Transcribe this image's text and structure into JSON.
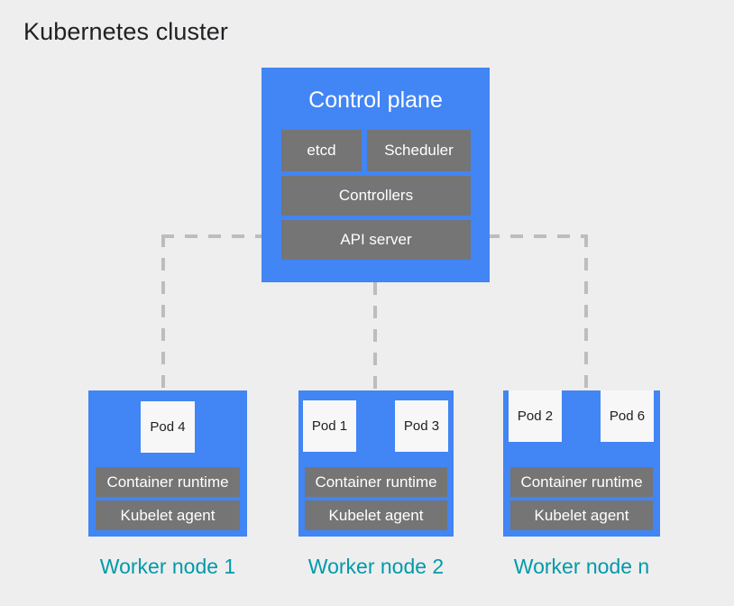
{
  "page": {
    "title": "Kubernetes cluster",
    "background_color": "#eeeeee"
  },
  "colors": {
    "node_blue": "#4285f4",
    "component_gray": "#757575",
    "pod_white": "#f7f7f7",
    "caption_teal": "#009aab",
    "connector_gray": "#bdbdbd",
    "title_text": "#202124"
  },
  "control_plane": {
    "title": "Control plane",
    "components": [
      {
        "label": "etcd"
      },
      {
        "label": "Scheduler"
      },
      {
        "label": "Controllers"
      },
      {
        "label": "API server"
      }
    ]
  },
  "worker_nodes": [
    {
      "caption": "Worker node 1",
      "pods": [
        {
          "label": "Pod 4"
        }
      ],
      "components": [
        {
          "label": "Container runtime"
        },
        {
          "label": "Kubelet agent"
        }
      ]
    },
    {
      "caption": "Worker node 2",
      "pods": [
        {
          "label": "Pod 1"
        },
        {
          "label": "Pod 3"
        }
      ],
      "components": [
        {
          "label": "Container runtime"
        },
        {
          "label": "Kubelet agent"
        }
      ]
    },
    {
      "caption": "Worker node n",
      "pods": [
        {
          "label": "Pod 2"
        },
        {
          "label": "Pod 6"
        }
      ],
      "components": [
        {
          "label": "Container runtime"
        },
        {
          "label": "Kubelet agent"
        }
      ]
    }
  ]
}
